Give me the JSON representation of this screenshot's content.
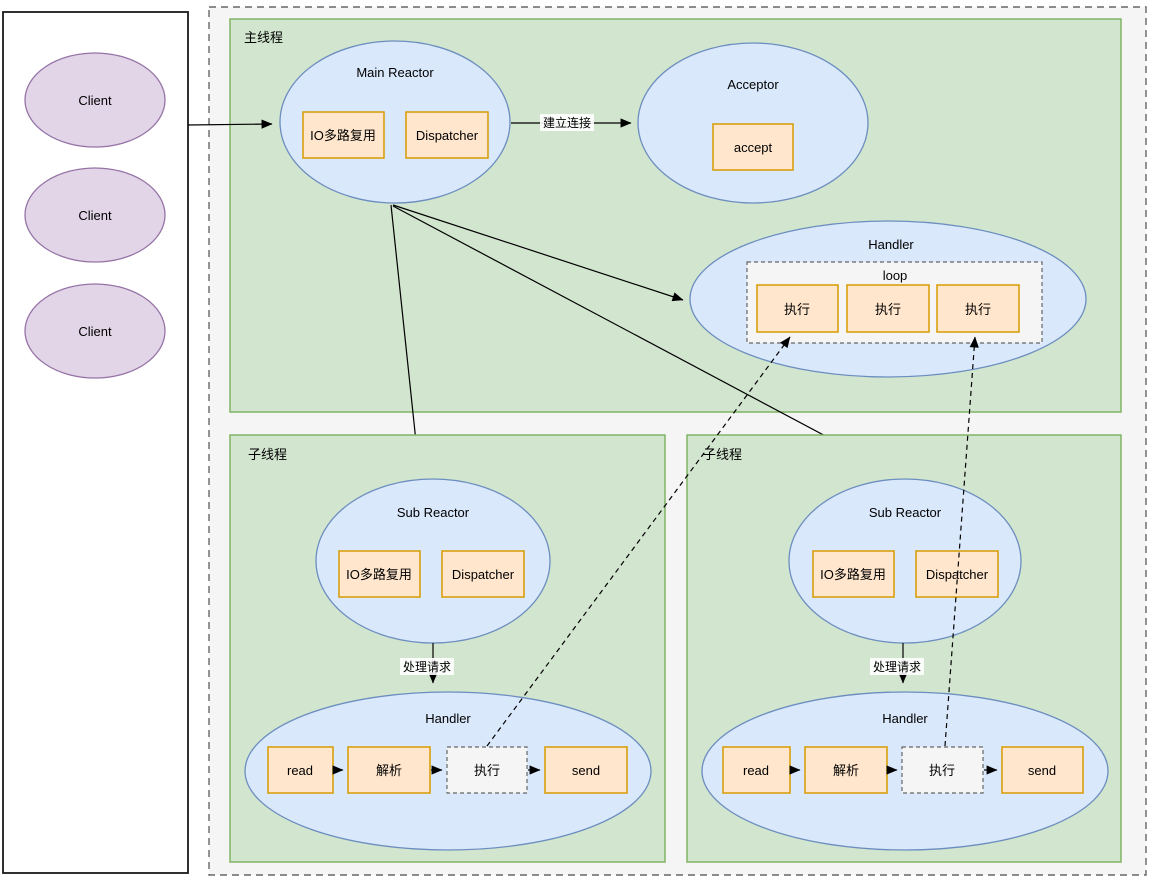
{
  "palette": {
    "container_fill": "#f5f5f5",
    "container_border": "#666666",
    "thread_fill": "#d2e5cf",
    "thread_border": "#82b366",
    "node_fill": "#dae8fc",
    "node_border": "#6c8ebf",
    "client_fill": "#e1d5e7",
    "client_border": "#9673a6",
    "op_fill": "#ffe6cc",
    "op_border": "#d79b00",
    "dashed_fill": "#f5f5f5",
    "dashed_border": "#666666",
    "arrow_color": "#000000",
    "text_color": "#000000"
  },
  "clients": {
    "labels": [
      "Client",
      "Client",
      "Client"
    ]
  },
  "main_thread": {
    "label": "主线程",
    "main_reactor": {
      "title": "Main Reactor",
      "multiplex_label": "IO多路复用",
      "dispatcher_label": "Dispatcher"
    },
    "establish_edge_label": "建立连接",
    "acceptor": {
      "title": "Acceptor",
      "accept_label": "accept"
    },
    "handler": {
      "title": "Handler",
      "loop_label": "loop",
      "exec_labels": [
        "执行",
        "执行",
        "执行"
      ]
    }
  },
  "sub_threads": [
    {
      "label": "子线程",
      "reactor": {
        "title": "Sub Reactor",
        "multiplex_label": "IO多路复用",
        "dispatcher_label": "Dispatcher"
      },
      "edge_label": "处理请求",
      "handler": {
        "title": "Handler",
        "steps": [
          "read",
          "解析",
          "执行",
          "send"
        ]
      }
    },
    {
      "label": "子线程",
      "reactor": {
        "title": "Sub Reactor",
        "multiplex_label": "IO多路复用",
        "dispatcher_label": "Dispatcher"
      },
      "edge_label": "处理请求",
      "handler": {
        "title": "Handler",
        "steps": [
          "read",
          "解析",
          "执行",
          "send"
        ]
      }
    }
  ]
}
